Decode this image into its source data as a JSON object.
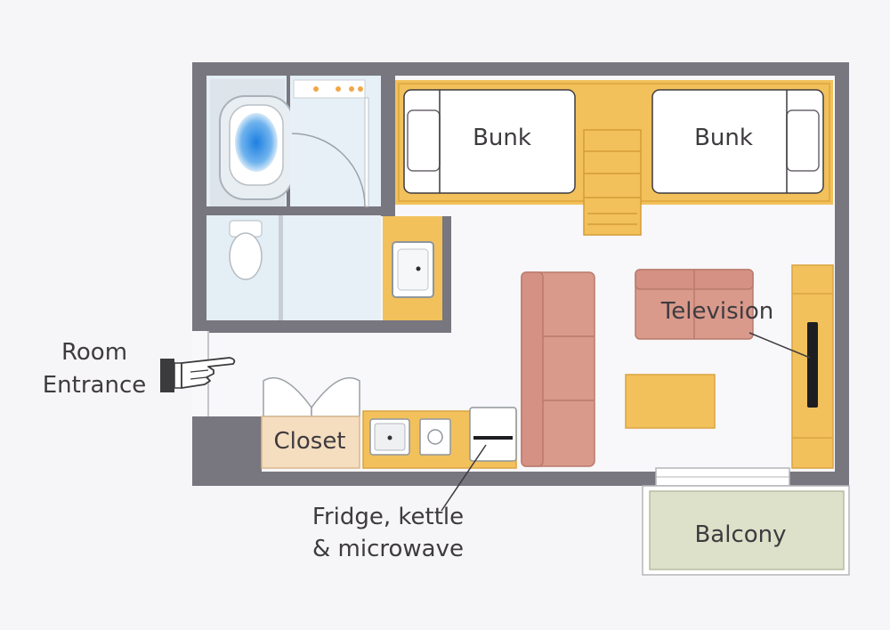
{
  "labels": {
    "bunk_left": "Bunk",
    "bunk_right": "Bunk",
    "television": "Television",
    "closet": "Closet",
    "balcony": "Balcony",
    "room_entrance_line1": "Room",
    "room_entrance_line2": "Entrance",
    "fridge_line1": "Fridge, kettle",
    "fridge_line2": "& microwave"
  },
  "colors": {
    "wall": "#78767e",
    "wood": "#f2c15c",
    "bed": "#ffffff",
    "sofa": "#d99a8c",
    "tile": "#e3eef5",
    "floor": "#f8f7f9",
    "balcony": "#dde1c9",
    "bath": "#2f8fe0",
    "text": "#3e3b3f"
  },
  "icons": {
    "entrance": "pointing-hand-icon"
  }
}
